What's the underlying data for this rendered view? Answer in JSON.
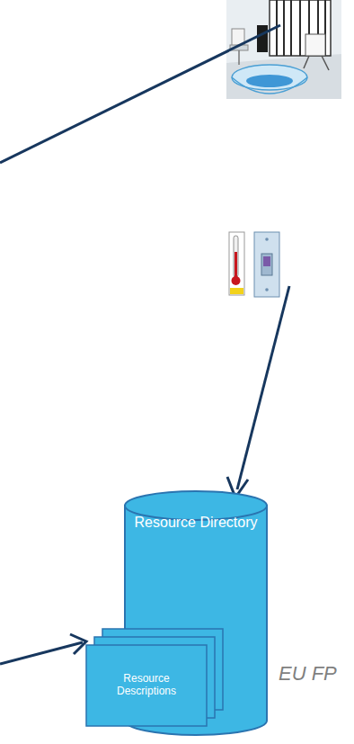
{
  "diagram": {
    "nodes": [
      {
        "text": [
          "Resource Directory"
        ]
      },
      {
        "text": [
          "Resource Descriptions"
        ],
        "in": 0
      }
    ],
    "labels": [
      "EU FP"
    ]
  }
}
